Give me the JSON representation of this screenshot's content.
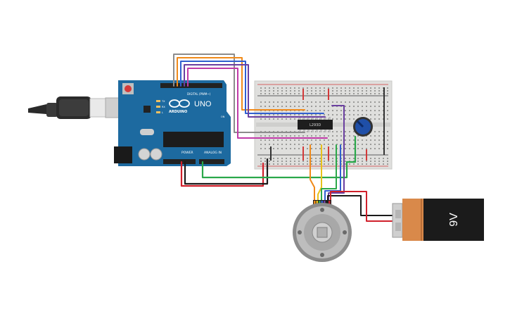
{
  "arduino": {
    "brand": "ARDUINO",
    "model": "UNO",
    "digital_label": "DIGITAL (PWM~)",
    "power_label": "POWER",
    "analog_label": "ANALOG IN",
    "tx_label": "TX",
    "rx_label": "RX",
    "l_label": "L",
    "on_label": "ON"
  },
  "ic": {
    "label": "L293D"
  },
  "battery": {
    "label": "9V"
  },
  "colors": {
    "board": "#1d6aa0",
    "breadboard": "#dfdfdd",
    "rail_red": "#d33a3a",
    "rail_dark": "#333333",
    "wire_red": "#d0202b",
    "wire_black": "#1a1a1a",
    "wire_green": "#2aa84a",
    "wire_orange": "#f08a1a",
    "wire_yellow": "#e8c21a",
    "wire_blue": "#2f5fd0",
    "wire_purple": "#6a3fa0",
    "wire_magenta": "#c03aa8",
    "wire_gray": "#8c8c8c",
    "battery_body": "#1b1b1b",
    "battery_copper": "#d9894a",
    "knob": "#1f4fa8"
  }
}
